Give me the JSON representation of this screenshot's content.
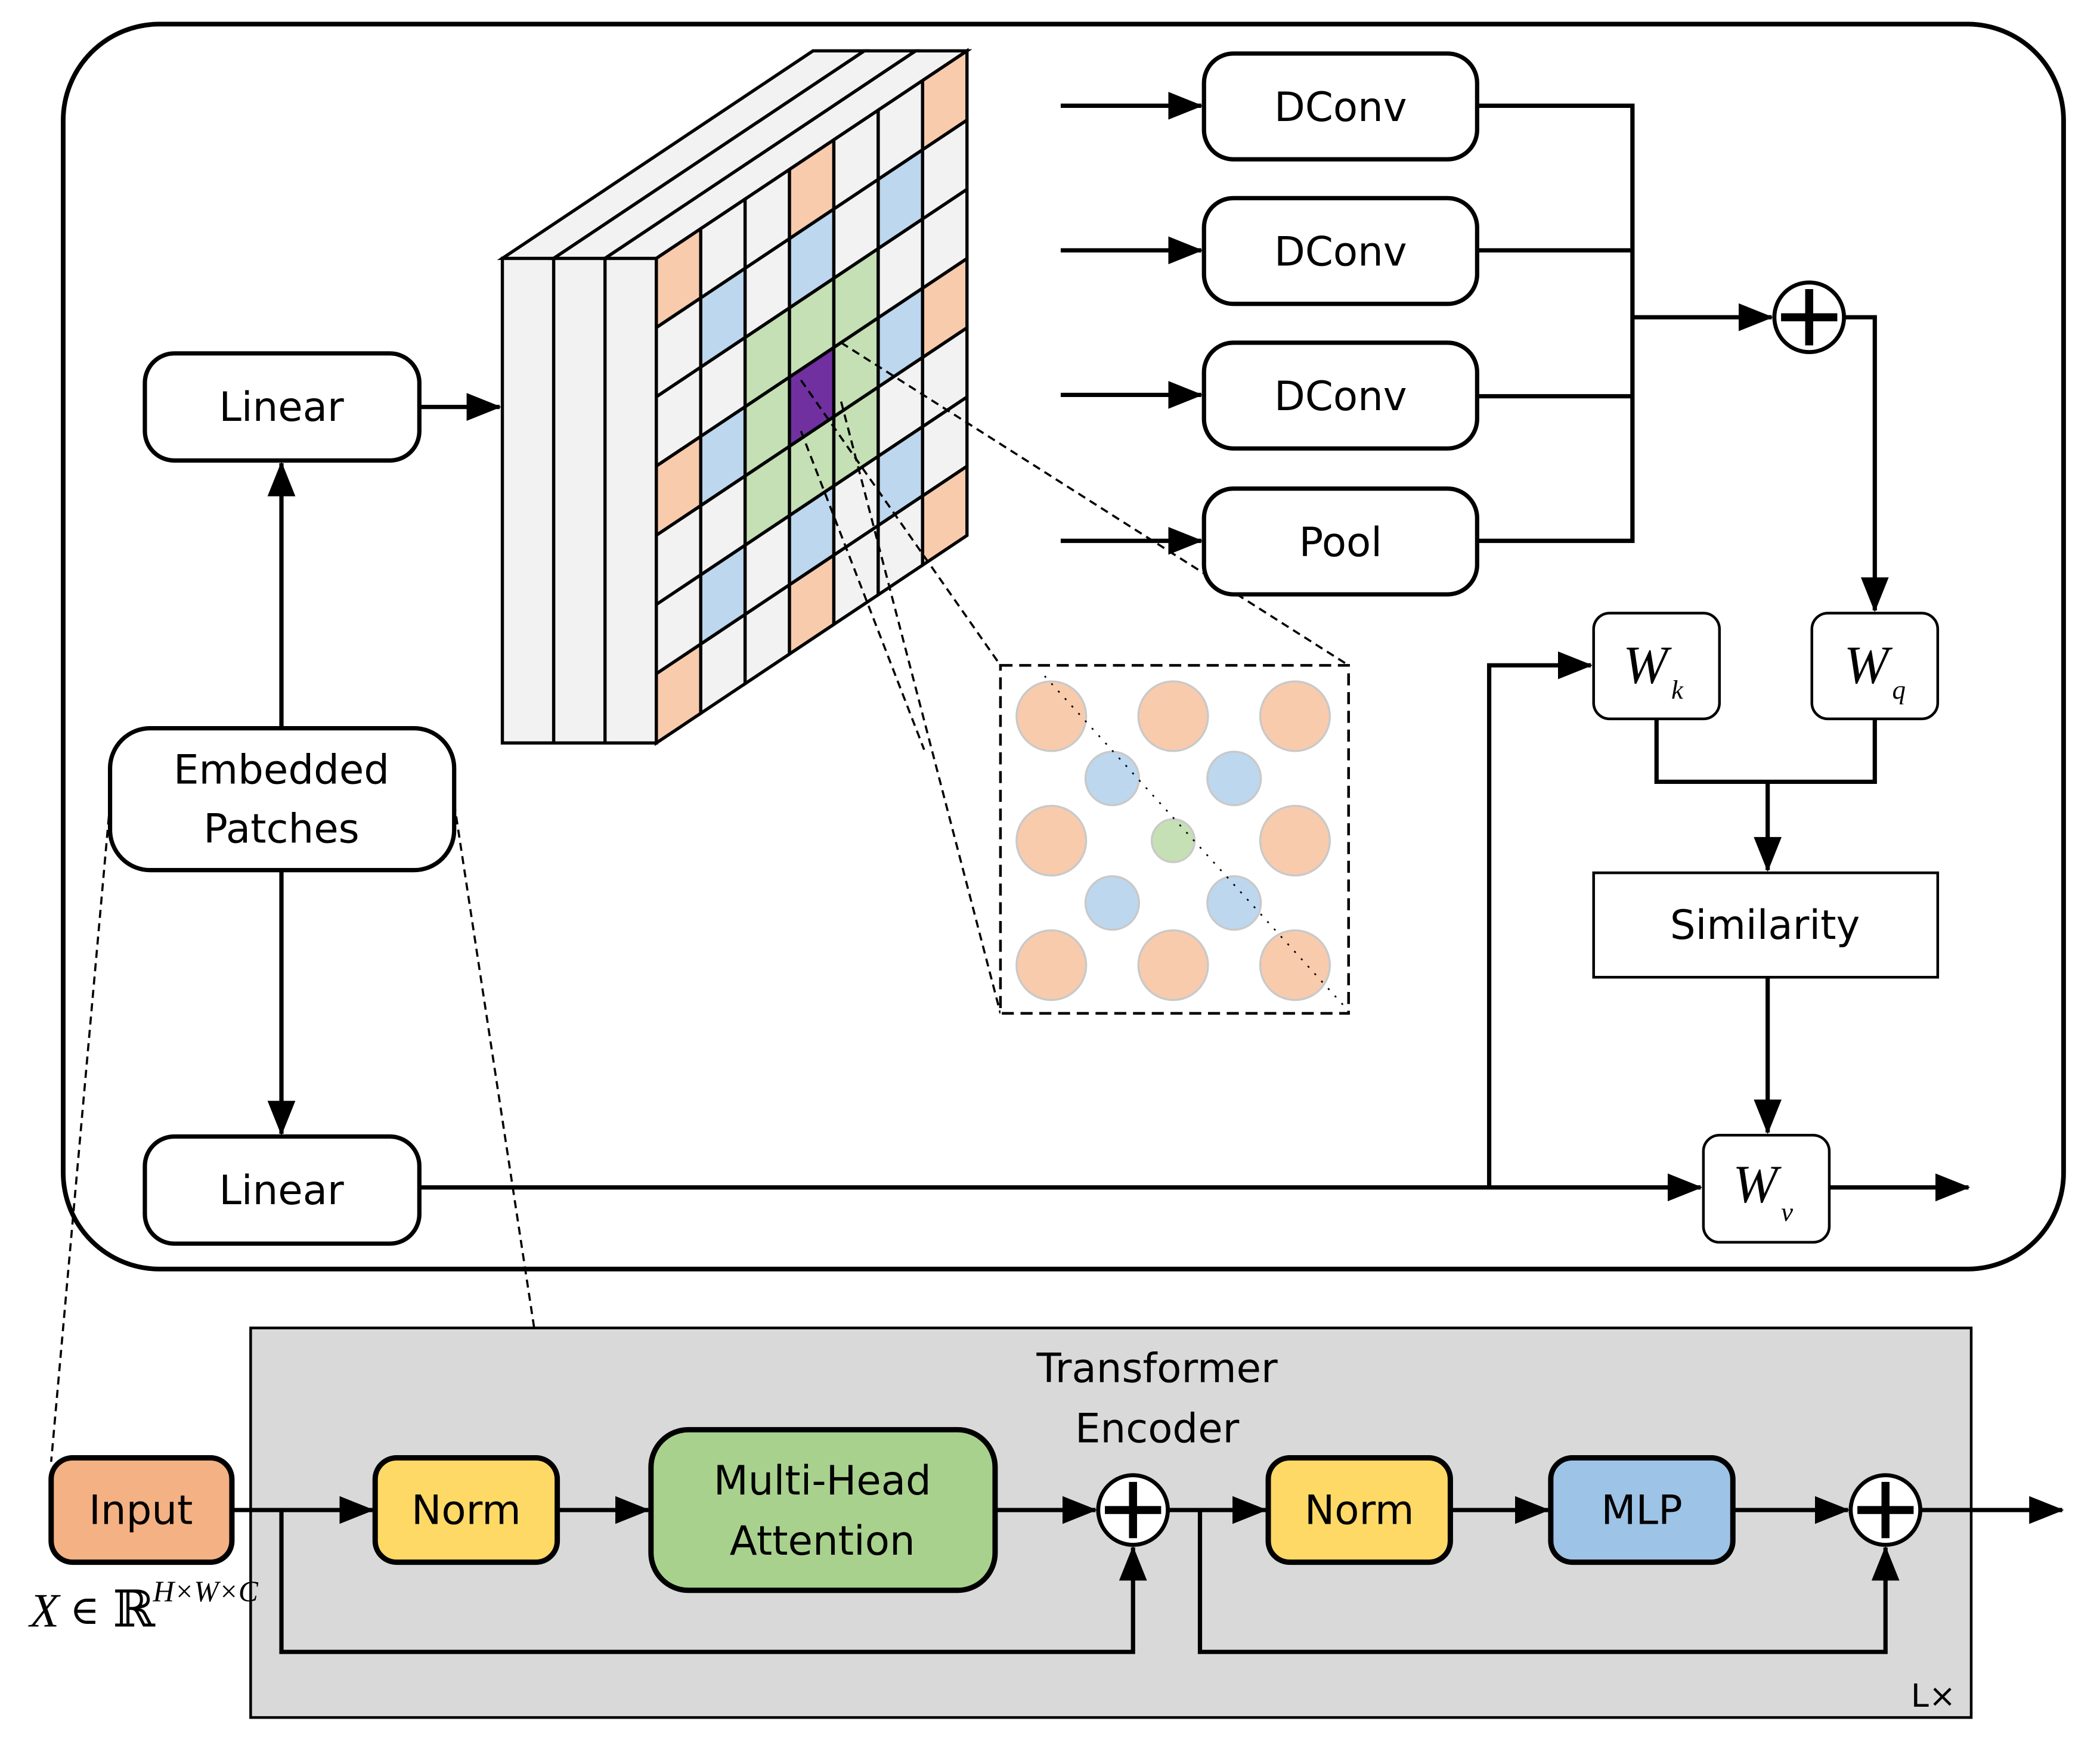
{
  "attention_module": {
    "linear_top": "Linear",
    "linear_bottom": "Linear",
    "embedded_patches": [
      "Embedded",
      "Patches"
    ],
    "branches": [
      "DConv",
      "DConv",
      "DConv",
      "Pool"
    ],
    "weights": {
      "key": {
        "base": "W",
        "sub": "k"
      },
      "query": {
        "base": "W",
        "sub": "q"
      },
      "value": {
        "base": "W",
        "sub": "v"
      }
    },
    "similarity": "Similarity",
    "feature_grid": {
      "rows": 7,
      "cols": 7,
      "channel_slabs": 3,
      "cell_colors": [
        [
          "o",
          "w",
          "w",
          "o",
          "w",
          "w",
          "o"
        ],
        [
          "w",
          "b",
          "w",
          "b",
          "w",
          "b",
          "w"
        ],
        [
          "w",
          "w",
          "g",
          "g",
          "g",
          "w",
          "w"
        ],
        [
          "o",
          "b",
          "g",
          "p",
          "g",
          "b",
          "o"
        ],
        [
          "w",
          "w",
          "g",
          "g",
          "g",
          "w",
          "w"
        ],
        [
          "w",
          "b",
          "w",
          "b",
          "w",
          "b",
          "w"
        ],
        [
          "o",
          "w",
          "w",
          "o",
          "w",
          "w",
          "o"
        ]
      ]
    },
    "sampling_pattern": {
      "points": [
        {
          "row": 0,
          "col": 0,
          "kind": "o"
        },
        {
          "row": 0,
          "col": 2,
          "kind": "o"
        },
        {
          "row": 0,
          "col": 4,
          "kind": "o"
        },
        {
          "row": 1,
          "col": 1,
          "kind": "b"
        },
        {
          "row": 1,
          "col": 3,
          "kind": "b"
        },
        {
          "row": 2,
          "col": 0,
          "kind": "o"
        },
        {
          "row": 2,
          "col": 2,
          "kind": "g"
        },
        {
          "row": 2,
          "col": 4,
          "kind": "o"
        },
        {
          "row": 3,
          "col": 1,
          "kind": "b"
        },
        {
          "row": 3,
          "col": 3,
          "kind": "b"
        },
        {
          "row": 4,
          "col": 0,
          "kind": "o"
        },
        {
          "row": 4,
          "col": 2,
          "kind": "o"
        },
        {
          "row": 4,
          "col": 4,
          "kind": "o"
        }
      ]
    }
  },
  "encoder": {
    "title": [
      "Transformer",
      "Encoder"
    ],
    "input": "Input",
    "input_shape": {
      "X": "X",
      "in": "∈",
      "R": "ℝ",
      "sup": "H×W×C"
    },
    "norm1": "Norm",
    "attention": [
      "Multi-Head",
      "Attention"
    ],
    "norm2": "Norm",
    "mlp": "MLP",
    "repeat": "L×"
  },
  "colors": {
    "orange": "#F8CBAD",
    "blue": "#BDD7EE",
    "green": "#C5E0B4",
    "purple": "#7030A0",
    "slab": "#F2F2F2",
    "input_fill": "#F4B183",
    "norm_fill": "#FFD966",
    "attention_fill": "#A9D18E",
    "mlp_fill": "#9DC3E6",
    "encoder_bg": "#D9D9D9",
    "circle_stroke": "#C9C9C9"
  }
}
